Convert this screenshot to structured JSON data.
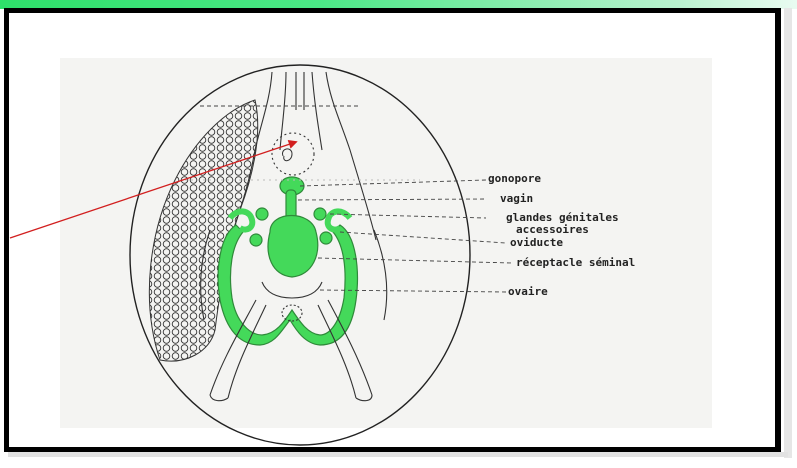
{
  "diagram": {
    "labels": {
      "gonopore": "gonopore",
      "vagin": "vagin",
      "glandes": "glandes génitales",
      "accessoires": "accessoires",
      "oviducte": "oviducte",
      "receptacle": "réceptacle séminal",
      "ovaire": "ovaire"
    },
    "colors": {
      "frame": "#000000",
      "highlight": "#44d95a",
      "arrow": "#d21f1f",
      "ink": "#222222",
      "top_bar": "#2ee06a"
    }
  }
}
